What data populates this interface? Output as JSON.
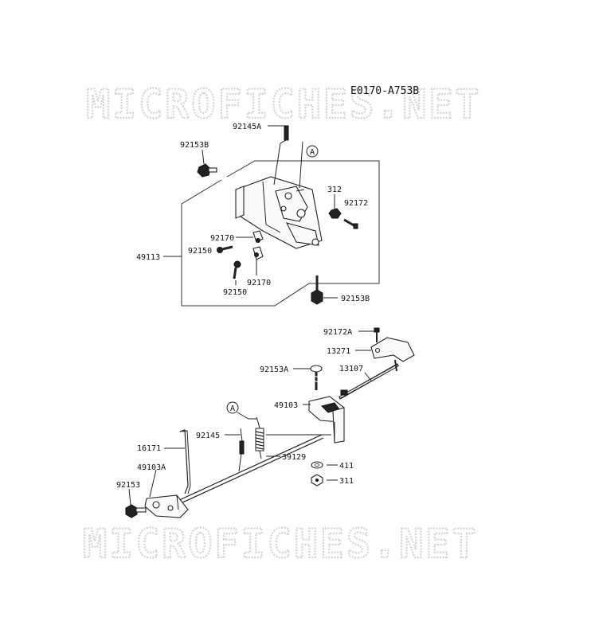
{
  "diagram_code": "E0170-A753B",
  "watermark": "MICROFICHES.NET",
  "callout_letter": "A",
  "labels": {
    "p92145A": "92145A",
    "p92153B_top": "92153B",
    "p312": "312",
    "p92172": "92172",
    "p92170_a": "92170",
    "p92150_a": "92150",
    "p49113": "49113",
    "p92150_b": "92150",
    "p92170_b": "92170",
    "p92153B_bot": "92153B",
    "p92172A": "92172A",
    "p13271": "13271",
    "p92153A": "92153A",
    "p13107": "13107",
    "p49103": "49103",
    "p92145": "92145",
    "p16171": "16171",
    "p39129": "39129",
    "p49103A": "49103A",
    "p411": "411",
    "p311": "311",
    "p92153": "92153"
  }
}
